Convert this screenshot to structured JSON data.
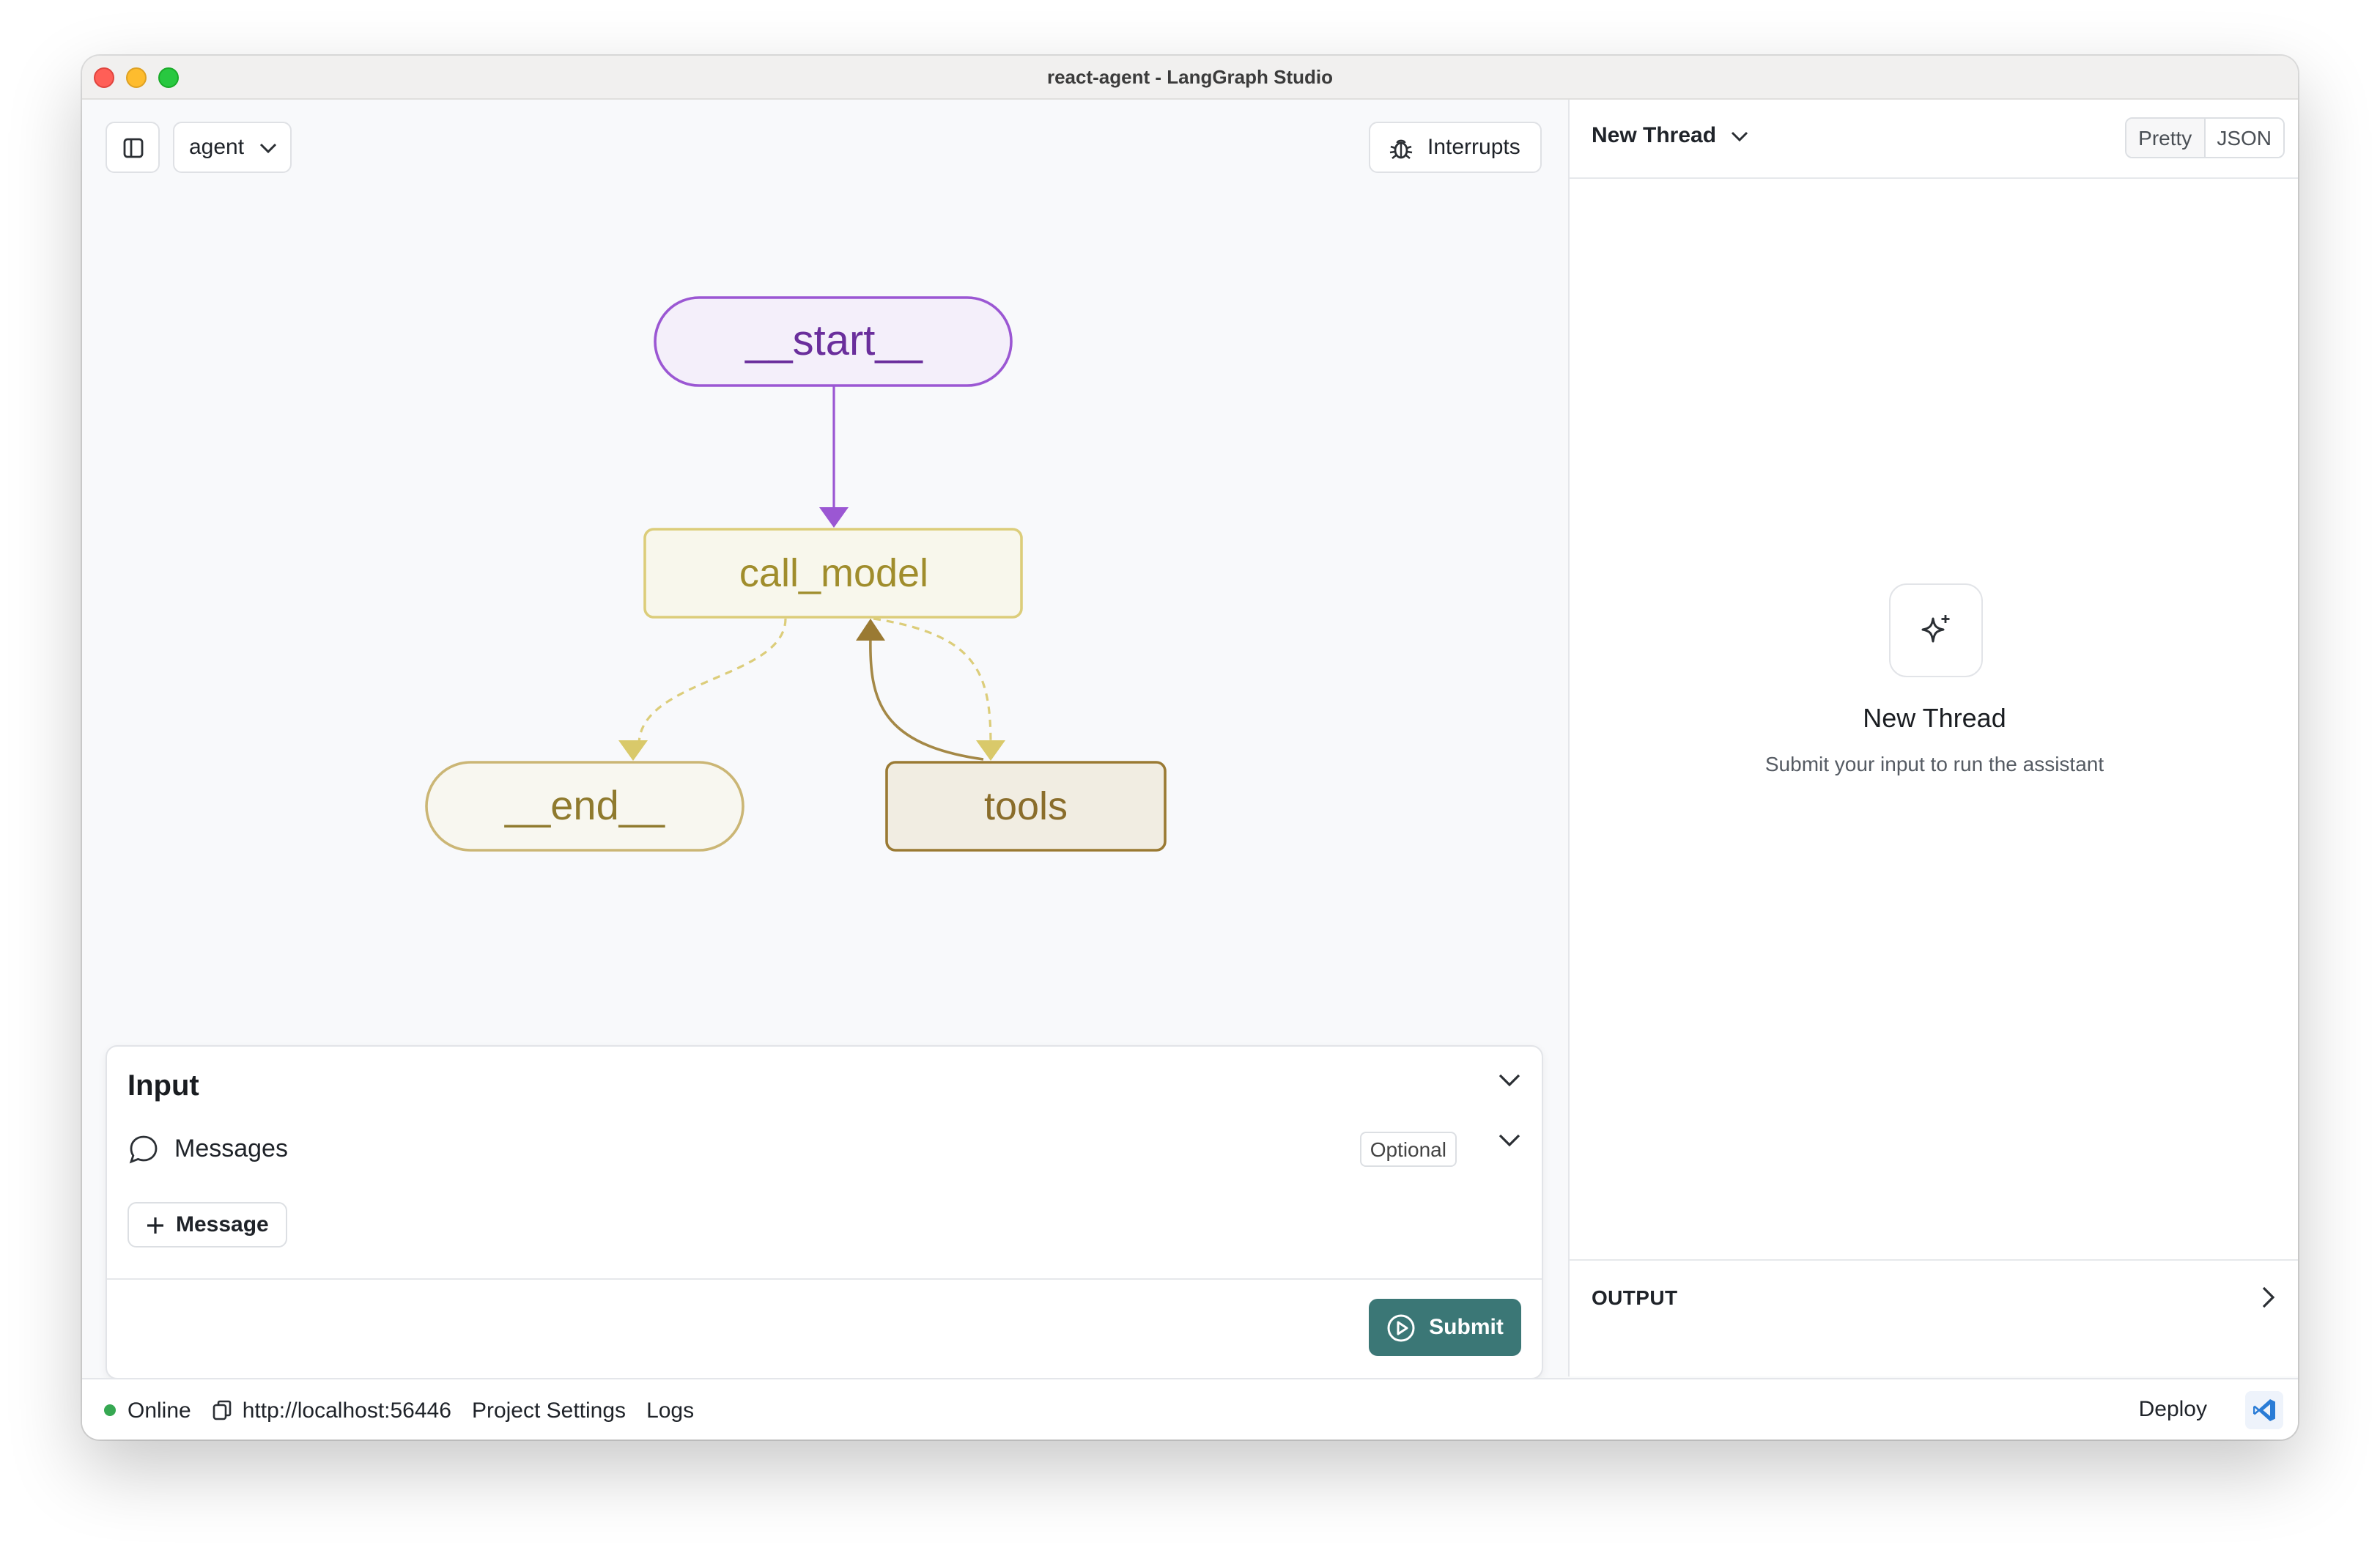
{
  "window": {
    "title": "react-agent - LangGraph Studio"
  },
  "toolbar": {
    "graph_select": "agent",
    "interrupts_label": "Interrupts"
  },
  "graph": {
    "nodes": {
      "start": "__start__",
      "call_model": "call_model",
      "end": "__end__",
      "tools": "tools"
    },
    "colors": {
      "start_border": "#9b57d3",
      "start_fill": "#f4effa",
      "start_text": "#6a2e9c",
      "model_border": "#dccd7a",
      "model_fill": "#f8f7ec",
      "model_text": "#a08d2c",
      "end_border": "#cbb675",
      "end_text": "#8f7a2e",
      "tools_border": "#9a7a33",
      "tools_fill": "#f1ede2",
      "tools_text": "#8a6d2b"
    }
  },
  "input_panel": {
    "title": "Input",
    "messages_label": "Messages",
    "optional_badge": "Optional",
    "add_message_label": "Message",
    "submit_label": "Submit"
  },
  "thread": {
    "title": "New Thread",
    "view_pretty": "Pretty",
    "view_json": "JSON",
    "empty_title": "New Thread",
    "empty_subtitle": "Submit your input to run the assistant",
    "output_label": "OUTPUT"
  },
  "statusbar": {
    "status": "Online",
    "url": "http://localhost:56446",
    "project_settings": "Project Settings",
    "logs": "Logs",
    "deploy": "Deploy"
  },
  "accent": {
    "submit": "#3b7776",
    "online": "#36a852"
  }
}
